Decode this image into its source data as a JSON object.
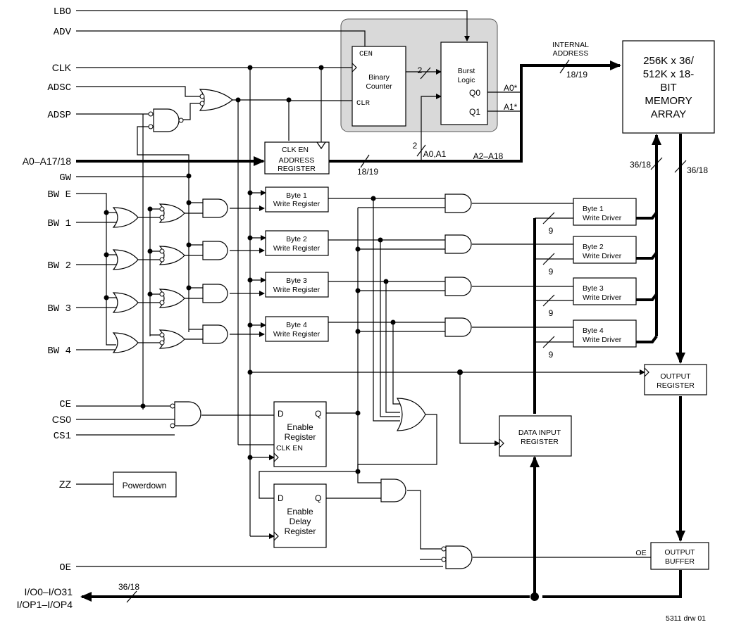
{
  "signals": {
    "lbo": "LBO",
    "adv": "ADV",
    "clk": "CLK",
    "adsc": "ADSC",
    "adsp": "ADSP",
    "addr": "A0–A17/18",
    "gw": "GW",
    "bwe": "BW E",
    "bw1": "BW 1",
    "bw2": "BW 2",
    "bw3": "BW 3",
    "bw4": "BW 4",
    "ce": "CE",
    "cs0": "CS0",
    "cs1": "CS1",
    "zz": "ZZ",
    "oe": "OE",
    "io1": "I/O0–I/O31",
    "io2": "I/OP1–I/OP4"
  },
  "blocks": {
    "binary_counter": {
      "cen": "CEN",
      "name1": "Binary",
      "name2": "Counter",
      "clr": "CLR"
    },
    "burst_logic": {
      "name1": "Burst",
      "name2": "Logic",
      "q0": "Q0",
      "q1": "Q1"
    },
    "address_register": {
      "clken": "CLK EN",
      "name1": "ADDRESS",
      "name2": "REGISTER"
    },
    "memory_array": {
      "l1": "256K x 36/",
      "l2": "512K x 18-",
      "l3": "BIT",
      "l4": "MEMORY",
      "l5": "ARRAY"
    },
    "byte_registers": [
      {
        "l1": "Byte 1",
        "l2": "Write Register"
      },
      {
        "l1": "Byte 2",
        "l2": "Write Register"
      },
      {
        "l1": "Byte 3",
        "l2": "Write Register"
      },
      {
        "l1": "Byte 4",
        "l2": "Write Register"
      }
    ],
    "byte_drivers": [
      {
        "l1": "Byte 1",
        "l2": "Write Driver"
      },
      {
        "l1": "Byte 2",
        "l2": "Write Driver"
      },
      {
        "l1": "Byte 3",
        "l2": "Write Driver"
      },
      {
        "l1": "Byte 4",
        "l2": "Write Driver"
      }
    ],
    "output_register": {
      "l1": "OUTPUT",
      "l2": "REGISTER"
    },
    "output_buffer": {
      "l1": "OUTPUT",
      "l2": "BUFFER"
    },
    "data_input_register": {
      "l1": "DATA INPUT",
      "l2": "REGISTER"
    },
    "enable_register": {
      "d": "D",
      "q": "Q",
      "l1": "Enable",
      "l2": "Register",
      "clken": "CLK EN"
    },
    "enable_delay_register": {
      "d": "D",
      "q": "Q",
      "l1": "Enable",
      "l2": "Delay",
      "l3": "Register"
    },
    "powerdown": "Powerdown"
  },
  "labels": {
    "internal1": "INTERNAL",
    "internal2": "ADDRESS",
    "width_addr": "18/19",
    "width_addr_in": "18/19",
    "width_mem_in": "36/18",
    "width_mem_out": "36/18",
    "width_io": "36/18",
    "two_a": "2",
    "two_b": "2",
    "a0star": "A0*",
    "a1star": "A1*",
    "a0a1": "A0,A1",
    "a2a18": "A2–A18",
    "nine": "9",
    "oe_small": "OE",
    "drawing": "5311 drw 01"
  }
}
